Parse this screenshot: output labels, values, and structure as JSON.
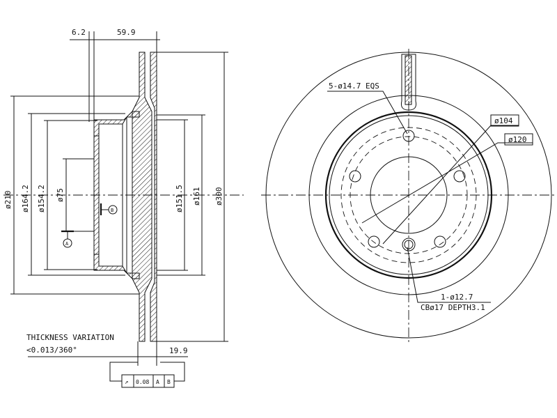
{
  "side_view": {
    "dims_top": {
      "d1": "6.2",
      "d2": "59.9"
    },
    "dims_left": [
      "ø210",
      "ø164.2",
      "ø154.2",
      "ø75"
    ],
    "dims_right": [
      "ø151.5",
      "ø161",
      "ø300"
    ],
    "datum_a": "A",
    "datum_b": "B",
    "dim_bottom": "19.9"
  },
  "notes": {
    "thickness_title": "THICKNESS VARIATION",
    "thickness_value": "<0.013/360°"
  },
  "tolerance_frame": {
    "symbol": "↗",
    "value": "0.08",
    "datum1": "A",
    "datum2": "B"
  },
  "front_view": {
    "bolt_holes": "5-ø14.7 EQS",
    "pcd": "ø104",
    "pilot": "ø120",
    "locator_hole": "1-ø12.7",
    "counterbore": "CBø17 DEPTH3.1"
  }
}
